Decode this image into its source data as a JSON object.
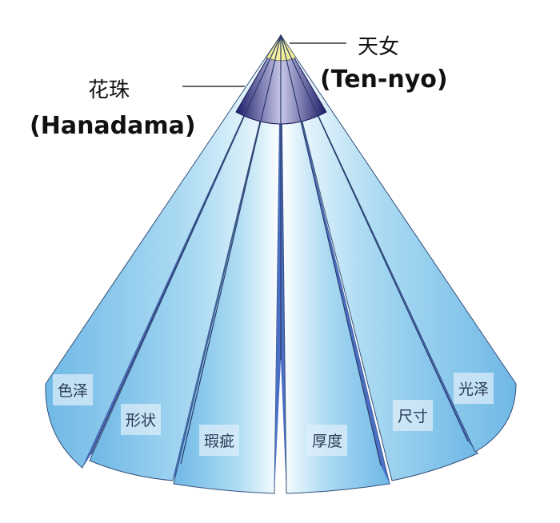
{
  "callouts": {
    "tennyo": {
      "cn": "天女",
      "romaji": "(Ten-nyo)"
    },
    "hanadama": {
      "cn": "花珠",
      "romaji": "(Hanadama)"
    }
  },
  "segments": [
    "色泽",
    "形状",
    "瑕疵",
    "厚度",
    "尺寸",
    "光泽"
  ],
  "colors": {
    "panel_light": "#ffffff",
    "panel_blue": "#7fc3ea",
    "strip": "#4a6fc4",
    "band_dark": "#24246e",
    "tip": "#f3ef9a"
  }
}
